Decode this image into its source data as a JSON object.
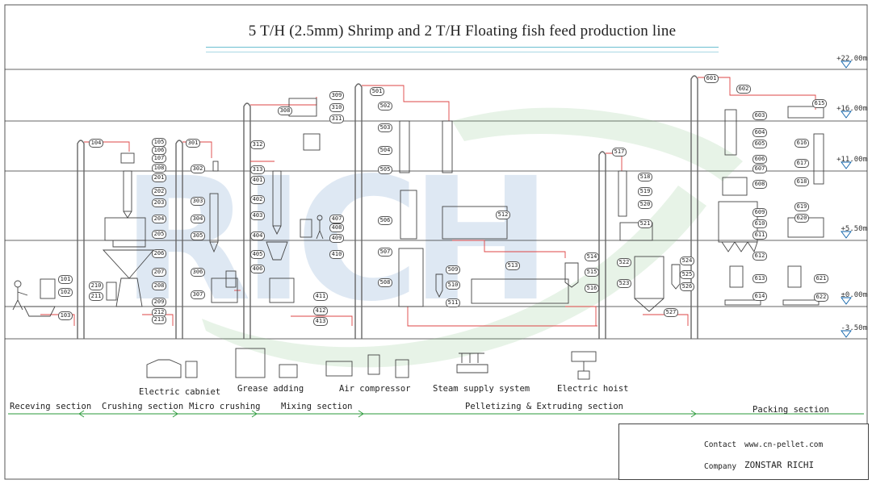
{
  "title": "5 T/H (2.5mm) Shrimp and 2 T/H Floating fish feed production line",
  "levels": [
    "+22.00m",
    "+16.00m",
    "+11.00m",
    "+5.50m",
    "±0.00m",
    "-3.50m"
  ],
  "sections": [
    "Receving section",
    "Crushing section",
    "Micro crushing",
    "Mixing section",
    "Pelletizing & Extruding section",
    "Packing section"
  ],
  "auxiliary": [
    "Electric cabniet",
    "Grease adding",
    "Air compressor",
    "Steam supply system",
    "Electric hoist"
  ],
  "title_block": {
    "contact_label": "Contact",
    "contact_value": "www.cn-pellet.com",
    "company_label": "Company",
    "company_value": "ZONSTAR RICHI"
  },
  "tags": {
    "receiving": [
      "101",
      "102",
      "103",
      "104"
    ],
    "crushing": [
      "105",
      "106",
      "107",
      "108",
      "201",
      "202",
      "203",
      "204",
      "205",
      "206",
      "207",
      "208",
      "209",
      "210",
      "211",
      "212",
      "213"
    ],
    "micro": [
      "301",
      "302",
      "303",
      "304",
      "305",
      "306",
      "307"
    ],
    "mixing": [
      "308",
      "309",
      "310",
      "311",
      "312",
      "313",
      "401",
      "402",
      "403",
      "404",
      "405",
      "406",
      "407",
      "408",
      "409",
      "410",
      "411",
      "412",
      "413"
    ],
    "pellet": [
      "501",
      "502",
      "503",
      "504",
      "505",
      "506",
      "507",
      "508",
      "509",
      "510",
      "511",
      "512",
      "513",
      "514",
      "515",
      "516",
      "517",
      "518",
      "519",
      "520",
      "521",
      "522",
      "523",
      "524",
      "525",
      "526",
      "527"
    ],
    "packing": [
      "601",
      "602",
      "603",
      "604",
      "605",
      "606",
      "607",
      "608",
      "609",
      "610",
      "611",
      "612",
      "613",
      "614",
      "615",
      "616",
      "617",
      "618",
      "619",
      "620",
      "621",
      "622"
    ]
  }
}
